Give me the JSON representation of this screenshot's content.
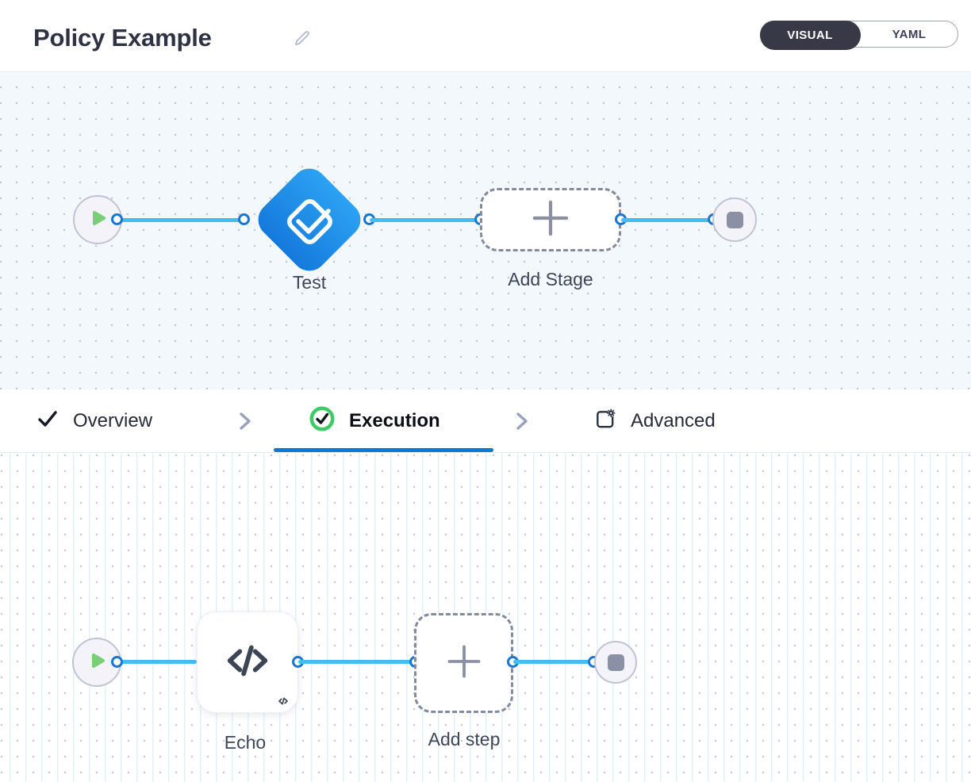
{
  "header": {
    "title": "Policy Example",
    "edit_icon": "pencil-icon",
    "view_toggle": {
      "selected": "VISUAL",
      "options": [
        {
          "label": "VISUAL",
          "selected": true
        },
        {
          "label": "YAML",
          "selected": false
        }
      ]
    }
  },
  "stage_pipeline": {
    "start_icon": "play-icon",
    "end_icon": "stop-icon",
    "stage": {
      "name": "Test",
      "icon": "approval-check-icon"
    },
    "add_stage_label": "Add Stage"
  },
  "tabs": {
    "active": "Execution",
    "separator_icon": "chevron-right-icon",
    "items": [
      {
        "label": "Overview",
        "icon": "check-icon"
      },
      {
        "label": "Execution",
        "icon": "success-check-icon"
      },
      {
        "label": "Advanced",
        "icon": "advanced-settings-icon"
      }
    ]
  },
  "step_pipeline": {
    "start_icon": "play-icon",
    "end_icon": "stop-icon",
    "step": {
      "name": "Echo",
      "icon": "code-icon",
      "badge_icon": "code-badge-icon"
    },
    "add_step_label": "Add step"
  },
  "colors": {
    "connector_line": "#45bdf1",
    "connector_port_ring": "#1b76d2",
    "stage_gradient_top": "#2fa7f5",
    "stage_gradient_bottom": "#1173d9",
    "active_tab_underline": "#0d79d0",
    "success_green": "#3ecb67",
    "play_green": "#79ce77",
    "toggle_selected_bg": "#383946",
    "canvas_stage_bg": "#f3f8fc",
    "canvas_step_bg": "#ffffff",
    "grid_dot": "#c0c7d3"
  }
}
